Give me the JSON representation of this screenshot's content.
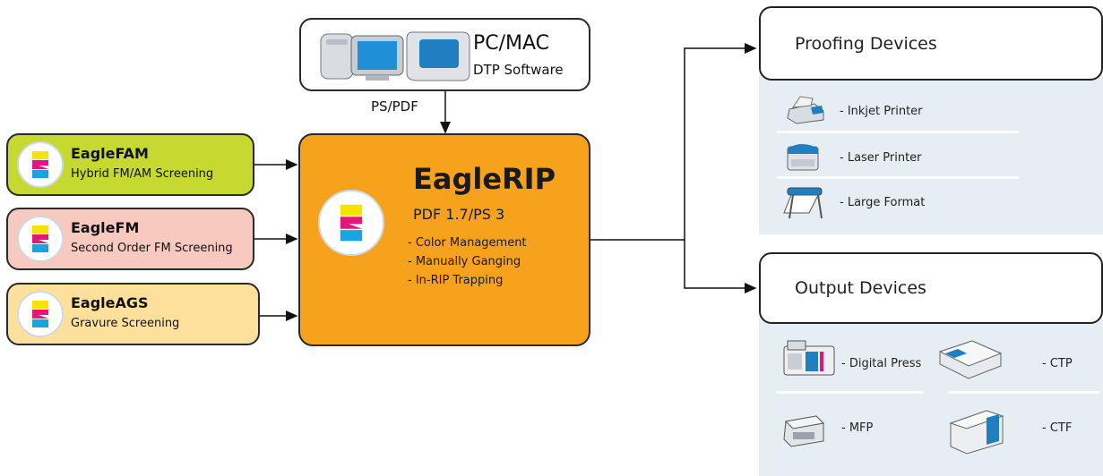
{
  "pcmac": {
    "title": "PC/MAC",
    "subtitle": "DTP Software",
    "link_label": "PS/PDF"
  },
  "inputs": [
    {
      "name": "EagleFAM",
      "desc": "Hybrid FM/AM Screening",
      "color": "#c5d930"
    },
    {
      "name": "EagleFM",
      "desc": "Second Order FM Screening",
      "color": "#f7c9bf"
    },
    {
      "name": "EagleAGS",
      "desc": "Gravure Screening",
      "color": "#fde09c"
    }
  ],
  "rip": {
    "title": "EagleRIP",
    "version": "PDF 1.7/PS 3",
    "features": [
      "- Color Management",
      "- Manually Ganging",
      "- In-RIP Trapping"
    ],
    "color": "#f6a21d"
  },
  "proofing": {
    "title": "Proofing Devices",
    "devices": [
      {
        "label": "- Inkjet Printer",
        "icon": "inkjet-printer-icon"
      },
      {
        "label": "- Laser Printer",
        "icon": "laser-printer-icon"
      },
      {
        "label": "- Large Format",
        "icon": "large-format-icon"
      }
    ]
  },
  "output": {
    "title": "Output Devices",
    "devices": [
      {
        "label": "- Digital Press",
        "icon": "digital-press-icon"
      },
      {
        "label": "- CTP",
        "icon": "ctp-icon"
      },
      {
        "label": "- MFP",
        "icon": "mfp-icon"
      },
      {
        "label": "- CTF",
        "icon": "ctf-icon"
      }
    ]
  },
  "colors": {
    "panel": "#e6edf3",
    "accent_blue": "#1f7fc1",
    "logo_yellow": "#f7e300",
    "logo_magenta": "#e4157b",
    "logo_cyan": "#1aa3dc"
  }
}
